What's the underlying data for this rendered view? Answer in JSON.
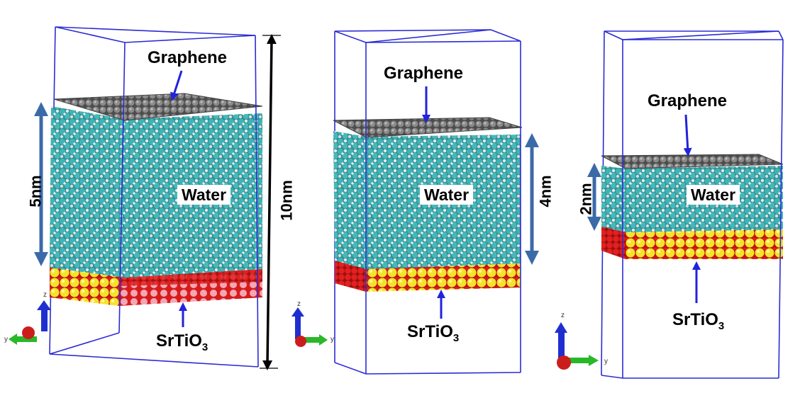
{
  "colors": {
    "box": "#2b2bd6",
    "graphene": "#6e6e6e",
    "water_o": "#35a8a8",
    "water_h": "#e6e6e6",
    "oxygen": "#d31b1b",
    "strontium": "#e8e02a",
    "titanium": "#f0a6b4",
    "dim_arrow": "#3b6aa8",
    "pointer_arrow": "#2222dd",
    "axis_z": "#1f2fcf",
    "axis_y": "#28b828",
    "axis_x": "#cc1d1d"
  },
  "panels": [
    {
      "graphene_label": "Graphene",
      "water_label": "Water",
      "substrate_label": "SrTiO",
      "substrate_subscript": "3",
      "gap_label": "5nm",
      "box_label": "10nm",
      "axes": [
        "z",
        "y"
      ]
    },
    {
      "graphene_label": "Graphene",
      "water_label": "Water",
      "substrate_label": "SrTiO",
      "substrate_subscript": "3",
      "gap_label": "4nm",
      "axes": [
        "z",
        "y"
      ]
    },
    {
      "graphene_label": "Graphene",
      "water_label": "Water",
      "substrate_label": "SrTiO",
      "substrate_subscript": "3",
      "gap_label": "2nm",
      "axes": [
        "z",
        "y"
      ]
    }
  ]
}
